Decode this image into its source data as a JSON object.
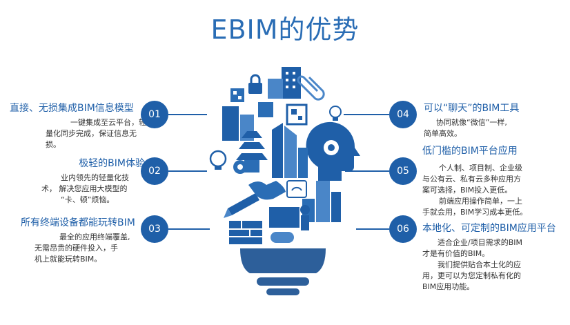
{
  "title": "EBIM的优势",
  "colors": {
    "primary": "#1f5fa8",
    "title": "#2a6db5",
    "bulb": "#1f5fa8",
    "bulb_base": "#2d5f9a"
  },
  "items": [
    {
      "num": "01",
      "heading": "直接、无损集成BIM信息模型",
      "desc": [
        "一键集成至云平台，轻",
        "量化同步完成，保证信息无",
        "损。"
      ]
    },
    {
      "num": "02",
      "heading": "极轻的BIM体验",
      "desc": [
        "业内领先的轻量化技",
        "术，  解决您应用大模型的",
        "“卡、顿”烦恼。"
      ]
    },
    {
      "num": "03",
      "heading": "所有终端设备都能玩转BIM",
      "desc": [
        "最全的应用终端覆盖,",
        "无需昂贵的硬件投入，手",
        "机上就能玩转BIM。"
      ]
    },
    {
      "num": "04",
      "heading": "可以“聊天”的BIM工具",
      "desc": [
        "协同就像“微信”一样,",
        "简单高效。"
      ]
    },
    {
      "num": "05",
      "heading": "低门槛的BIM平台应用",
      "desc": [
        "个人制、项目制、企业级",
        "与公有云、私有云多种应用方",
        "案可选择，BIM投入更低。",
        "前端应用操作简单，一上",
        "手就会用，BIM学习成本更低。"
      ]
    },
    {
      "num": "06",
      "heading": "本地化、可定制的BIM应用平台",
      "desc": [
        "适合企业/项目需求的BIM",
        "才是有价值的BIM。",
        "我们提供贴合本土化的应",
        "用，更可以为您定制私有化的",
        "BIM应用功能。"
      ]
    }
  ],
  "bulb_icons": [
    "building-icon",
    "lock-icon",
    "paperclip-icon",
    "qr-code-icon",
    "lightbulb-icon",
    "head-gear-icon",
    "tools-icon",
    "pagoda-icon",
    "gear-icon",
    "handshake-icon",
    "wifi-card-icon",
    "pencil-icon",
    "presenter-icon",
    "brick-wall-icon"
  ]
}
